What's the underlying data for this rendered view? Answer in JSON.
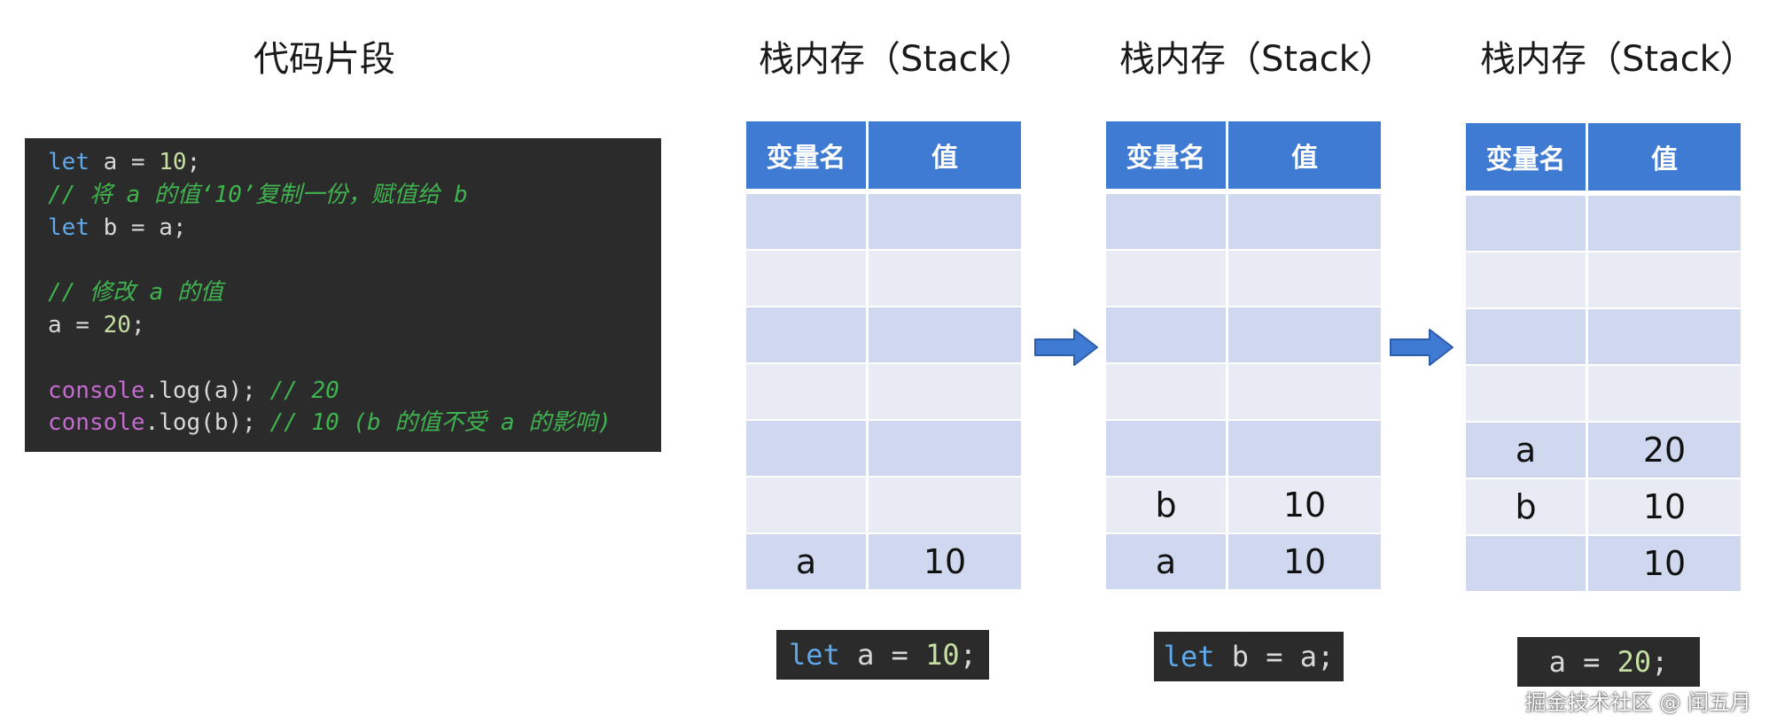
{
  "code_section": {
    "title": "代码片段",
    "lines": [
      [
        {
          "t": "let",
          "c": "kw"
        },
        {
          "t": " a = ",
          "c": "op"
        },
        {
          "t": "10",
          "c": "num"
        },
        {
          "t": ";",
          "c": "op"
        }
      ],
      [
        {
          "t": "// 将 a 的值‘10’复制一份，赋值给 b",
          "c": "cm"
        }
      ],
      [
        {
          "t": "let",
          "c": "kw"
        },
        {
          "t": " b = a;",
          "c": "op"
        }
      ],
      [
        {
          "t": "",
          "c": "op"
        }
      ],
      [
        {
          "t": "// 修改 a 的值",
          "c": "cm"
        }
      ],
      [
        {
          "t": "a = ",
          "c": "op"
        },
        {
          "t": "20",
          "c": "num"
        },
        {
          "t": ";",
          "c": "op"
        }
      ],
      [
        {
          "t": "",
          "c": "op"
        }
      ],
      [
        {
          "t": "console",
          "c": "fn"
        },
        {
          "t": ".log(a); ",
          "c": "op"
        },
        {
          "t": "// 20",
          "c": "cm"
        }
      ],
      [
        {
          "t": "console",
          "c": "fn"
        },
        {
          "t": ".log(b); ",
          "c": "op"
        },
        {
          "t": "// 10 (b 的值不受 a 的影响)",
          "c": "cm"
        }
      ]
    ]
  },
  "stacks": [
    {
      "title": "栈内存（Stack）",
      "header": {
        "name": "变量名",
        "value": "值"
      },
      "rows": [
        {
          "name": "",
          "value": ""
        },
        {
          "name": "",
          "value": ""
        },
        {
          "name": "",
          "value": ""
        },
        {
          "name": "",
          "value": ""
        },
        {
          "name": "",
          "value": ""
        },
        {
          "name": "",
          "value": ""
        },
        {
          "name": "a",
          "value": "10"
        }
      ],
      "snippet": [
        {
          "t": "let",
          "c": "kw"
        },
        {
          "t": " a = ",
          "c": "op"
        },
        {
          "t": "10",
          "c": "num"
        },
        {
          "t": ";",
          "c": "op"
        }
      ]
    },
    {
      "title": "栈内存（Stack）",
      "header": {
        "name": "变量名",
        "value": "值"
      },
      "rows": [
        {
          "name": "",
          "value": ""
        },
        {
          "name": "",
          "value": ""
        },
        {
          "name": "",
          "value": ""
        },
        {
          "name": "",
          "value": ""
        },
        {
          "name": "",
          "value": ""
        },
        {
          "name": "b",
          "value": "10"
        },
        {
          "name": "a",
          "value": "10"
        }
      ],
      "snippet": [
        {
          "t": "let",
          "c": "kw"
        },
        {
          "t": " b = a;",
          "c": "op"
        }
      ]
    },
    {
      "title": "栈内存（Stack）",
      "header": {
        "name": "变量名",
        "value": "值"
      },
      "rows": [
        {
          "name": "",
          "value": ""
        },
        {
          "name": "",
          "value": ""
        },
        {
          "name": "",
          "value": ""
        },
        {
          "name": "",
          "value": ""
        },
        {
          "name": "a",
          "value": "20"
        },
        {
          "name": "b",
          "value": "10"
        },
        {
          "name": "",
          "value": "10"
        }
      ],
      "snippet": [
        {
          "t": "a = ",
          "c": "op"
        },
        {
          "t": "20",
          "c": "num"
        },
        {
          "t": ";",
          "c": "op"
        }
      ]
    }
  ],
  "colors": {
    "header_blue": "#3f7ad3",
    "row_dark": "#cfd8ee",
    "row_light": "#e8ebf3",
    "code_bg": "#2b2b2b",
    "arrow": "#3f7ad3"
  },
  "watermark": "掘金技术社区 @ 闰五月"
}
